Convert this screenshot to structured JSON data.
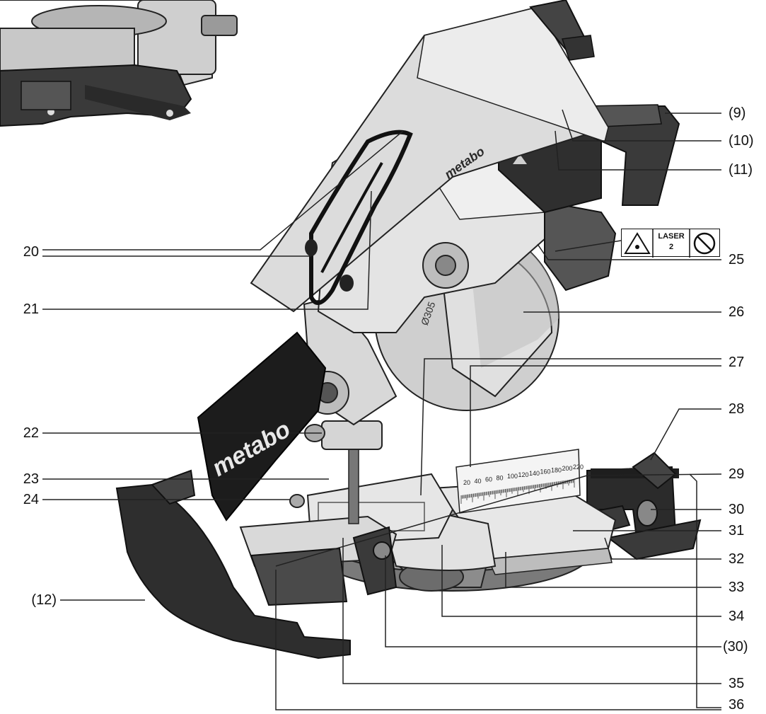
{
  "callouts_right": [
    {
      "id": "9",
      "text": "(9)"
    },
    {
      "id": "10",
      "text": "(10)"
    },
    {
      "id": "11",
      "text": "(11)"
    },
    {
      "id": "25",
      "text": "25"
    },
    {
      "id": "26",
      "text": "26"
    },
    {
      "id": "27",
      "text": "27"
    },
    {
      "id": "28",
      "text": "28"
    },
    {
      "id": "29",
      "text": "29"
    },
    {
      "id": "30",
      "text": "30"
    },
    {
      "id": "31",
      "text": "31"
    },
    {
      "id": "32",
      "text": "32"
    },
    {
      "id": "33",
      "text": "33"
    },
    {
      "id": "34",
      "text": "34"
    },
    {
      "id": "30b",
      "text": "(30)"
    },
    {
      "id": "35",
      "text": "35"
    },
    {
      "id": "36",
      "text": "36"
    }
  ],
  "callouts_left": [
    {
      "id": "20",
      "text": "20"
    },
    {
      "id": "21",
      "text": "21"
    },
    {
      "id": "22",
      "text": "22"
    },
    {
      "id": "23",
      "text": "23"
    },
    {
      "id": "24",
      "text": "24"
    },
    {
      "id": "12",
      "text": "(12)"
    }
  ],
  "laser_label": {
    "line1": "LASER",
    "line2": "2"
  },
  "blade_marking": "Ø305",
  "brand_text": "metabo",
  "scale_ticks": [
    "20",
    "40",
    "60",
    "80",
    "100",
    "120",
    "140",
    "160",
    "180",
    "200",
    "220"
  ]
}
